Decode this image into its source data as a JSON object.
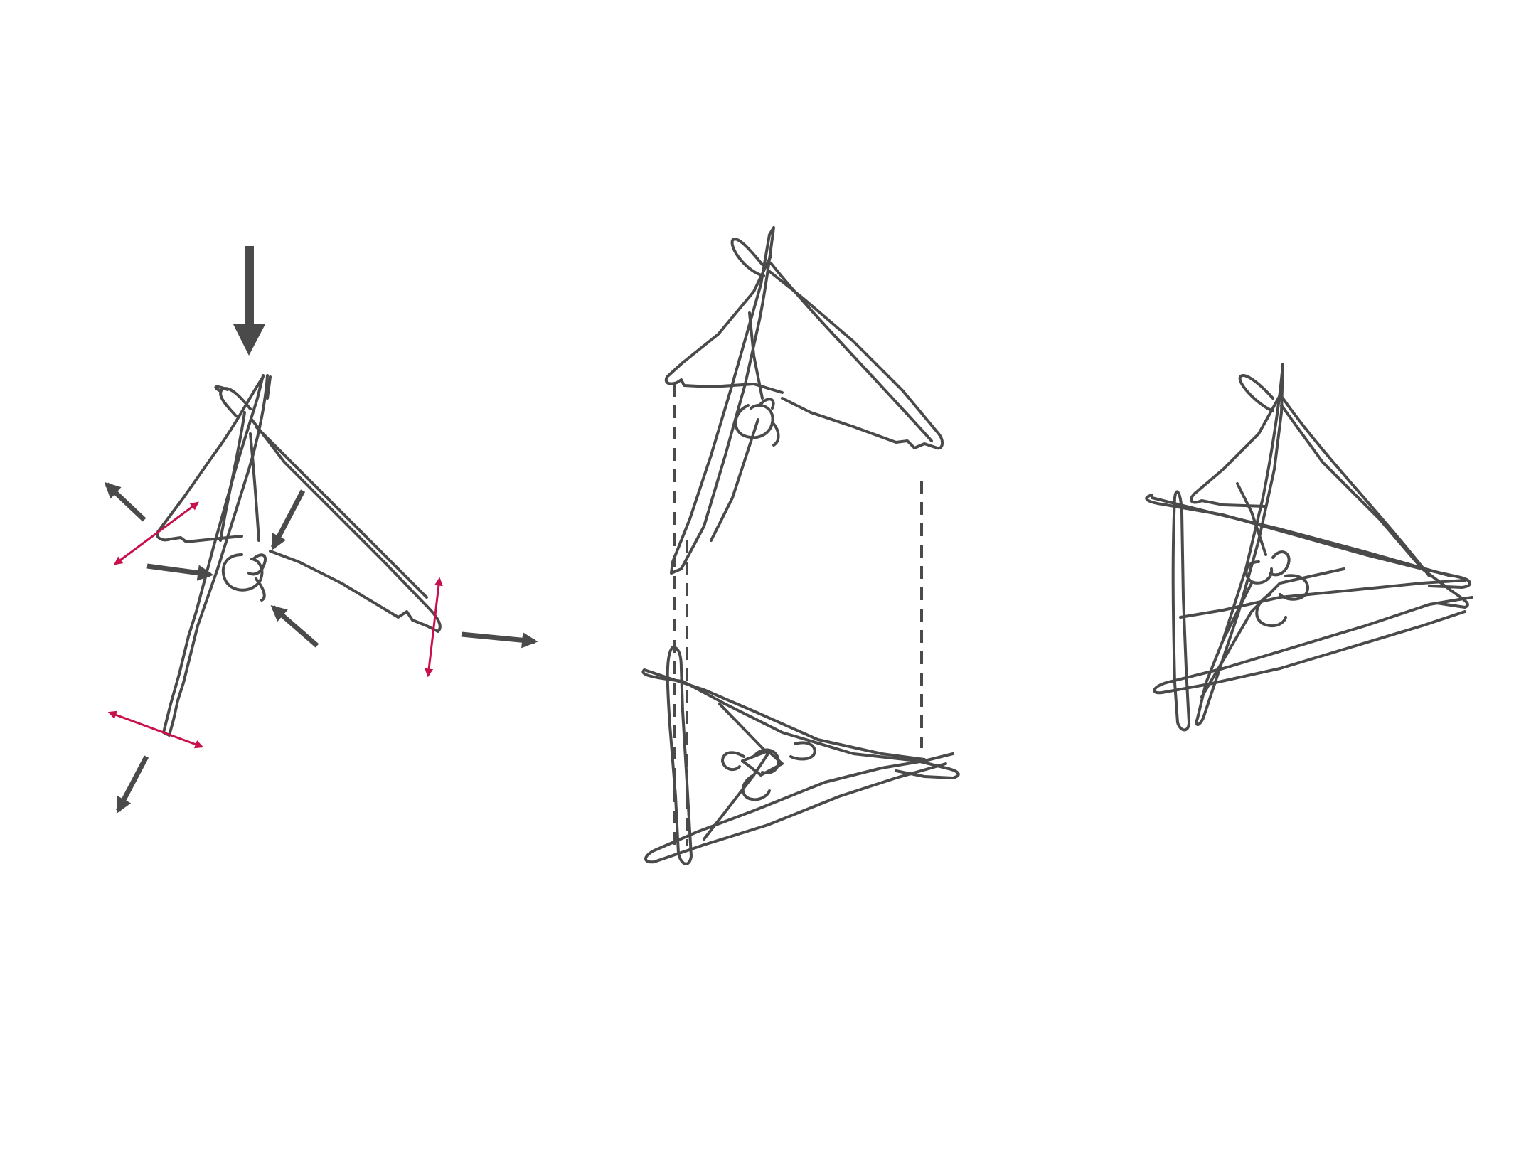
{
  "colors": {
    "background": "#ffffff",
    "wire": "#4a4a4a",
    "arrow": "#4a4a4a",
    "tension_arrow": "#c8104a",
    "guide": "#4a4a4a"
  },
  "panels": [
    {
      "id": "force-diagram",
      "icons": [
        "load-arrow-icon",
        "compression-arrow-icon",
        "outward-arrow-icon",
        "tension-double-arrow-icon"
      ]
    },
    {
      "id": "exploded-assembly",
      "icons": [
        "dashed-guide-line-icon"
      ]
    },
    {
      "id": "assembled-structure",
      "icons": []
    }
  ]
}
